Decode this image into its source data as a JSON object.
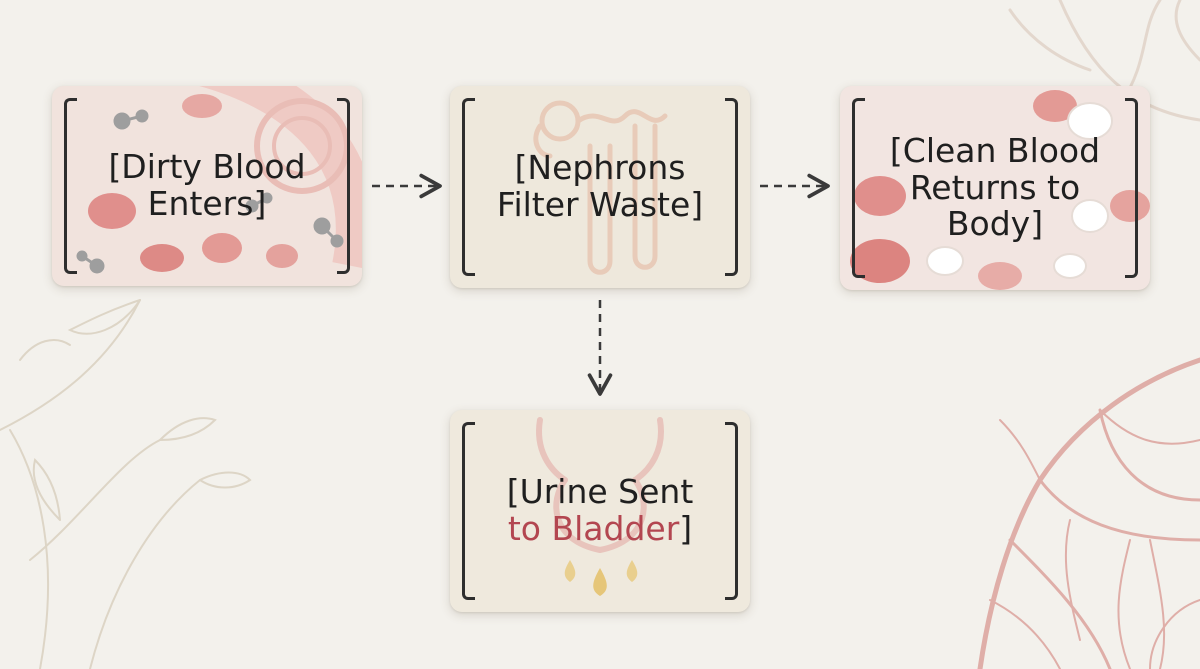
{
  "diagram": {
    "nodes": [
      {
        "id": "dirty-blood",
        "lines": [
          "[Dirty Blood",
          "Enters]"
        ]
      },
      {
        "id": "nephrons",
        "lines": [
          "[Nephrons",
          "Filter Waste]"
        ]
      },
      {
        "id": "clean-blood",
        "lines": [
          "[Clean Blood",
          "Returns to",
          "Body]"
        ]
      },
      {
        "id": "urine",
        "line1": "[Urine Sent",
        "line2_accent": "to Bladder",
        "line2_tail": "]"
      }
    ],
    "edges": [
      {
        "from": "dirty-blood",
        "to": "nephrons",
        "style": "dashed"
      },
      {
        "from": "nephrons",
        "to": "clean-blood",
        "style": "dashed"
      },
      {
        "from": "nephrons",
        "to": "urine",
        "style": "dashed"
      }
    ],
    "colors": {
      "background": "#f3f1ec",
      "text": "#1f1f1f",
      "accent_text": "#b34650",
      "blood_cell": "#d97b7b",
      "vessel": "#d9a6a0",
      "arrow": "#3a3a3a"
    }
  }
}
